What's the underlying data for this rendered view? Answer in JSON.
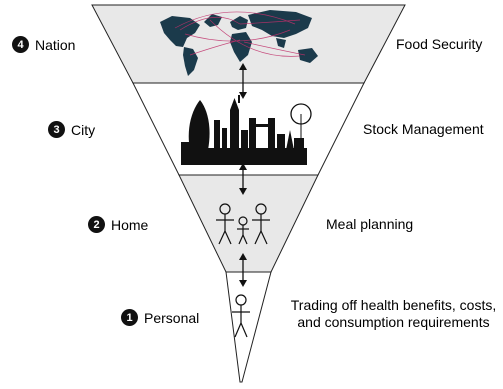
{
  "levels": [
    {
      "number": "4",
      "name": "Nation",
      "description": "Food Security",
      "icon": "world-map-icon"
    },
    {
      "number": "3",
      "name": "City",
      "description": "Stock Management",
      "icon": "city-skyline-icon"
    },
    {
      "number": "2",
      "name": "Home",
      "description": "Meal planning",
      "icon": "family-icon"
    },
    {
      "number": "1",
      "name": "Personal",
      "description": "Trading off health benefits, costs, and consumption requirements",
      "icon": "person-icon"
    }
  ],
  "colors": {
    "band_fill": "#e8e8e8",
    "outline": "#222222",
    "map_land": "#1b3a4b",
    "map_routes": "#c0306a",
    "skyline": "#111111"
  }
}
